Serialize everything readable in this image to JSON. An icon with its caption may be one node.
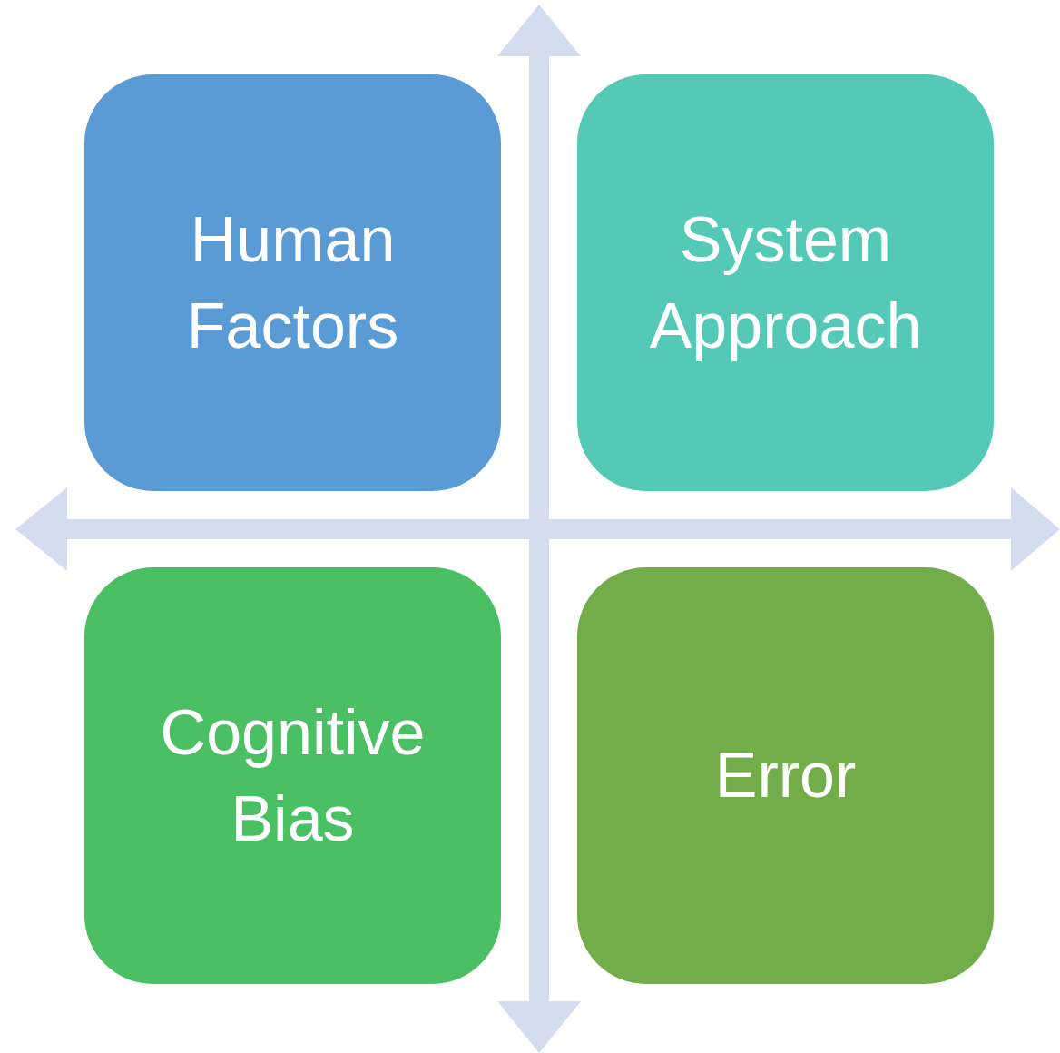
{
  "diagram": {
    "nodes": [
      {
        "text": [
          "Human Factors"
        ]
      },
      {
        "text": [
          "System Approach"
        ]
      },
      {
        "text": [
          "Cognitive Bias"
        ]
      },
      {
        "text": [
          "Error"
        ]
      }
    ]
  }
}
